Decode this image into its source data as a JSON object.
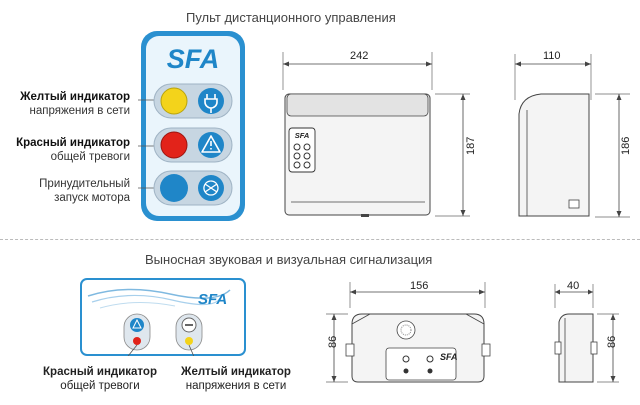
{
  "top": {
    "title": "Пульт дистанционного управления",
    "remote_logo": "SFA",
    "labels": [
      {
        "bold": "Желтый индикатор",
        "normal": "напряжения в сети"
      },
      {
        "bold": "Красный индикатор",
        "normal": "общей тревоги"
      },
      {
        "bold": "",
        "normal": "Принудительный",
        "normal2": "запуск мотора"
      }
    ],
    "front_view": {
      "width": "242",
      "height": "187",
      "logo": "SFA"
    },
    "side_view": {
      "width": "110",
      "height": "186"
    }
  },
  "bottom": {
    "title": "Выносная звуковая и визуальная сигнализация",
    "panel_logo": "SFA",
    "labels": [
      {
        "bold": "Красный индикатор",
        "normal": "общей тревоги"
      },
      {
        "bold": "Желтый индикатор",
        "normal": "напряжения в сети"
      }
    ],
    "front_view": {
      "width": "156",
      "height": "86",
      "logo": "SFA"
    },
    "side_view": {
      "width": "40",
      "height": "86"
    }
  },
  "colors": {
    "brand_blue": "#1f86c8",
    "yellow_led": "#f3d31b",
    "red_led": "#e2231a"
  }
}
